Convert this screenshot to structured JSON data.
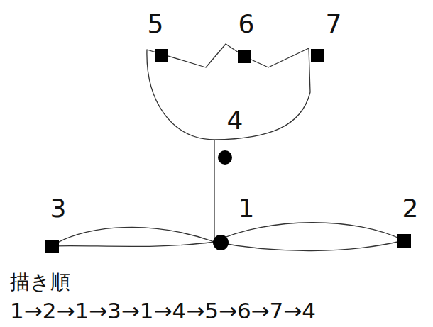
{
  "diagram": {
    "labels": [
      "5",
      "6",
      "7",
      "4",
      "3",
      "1",
      "2",
      "描き順",
      "1→2→1→3→1→4→5→6→7→4"
    ]
  }
}
